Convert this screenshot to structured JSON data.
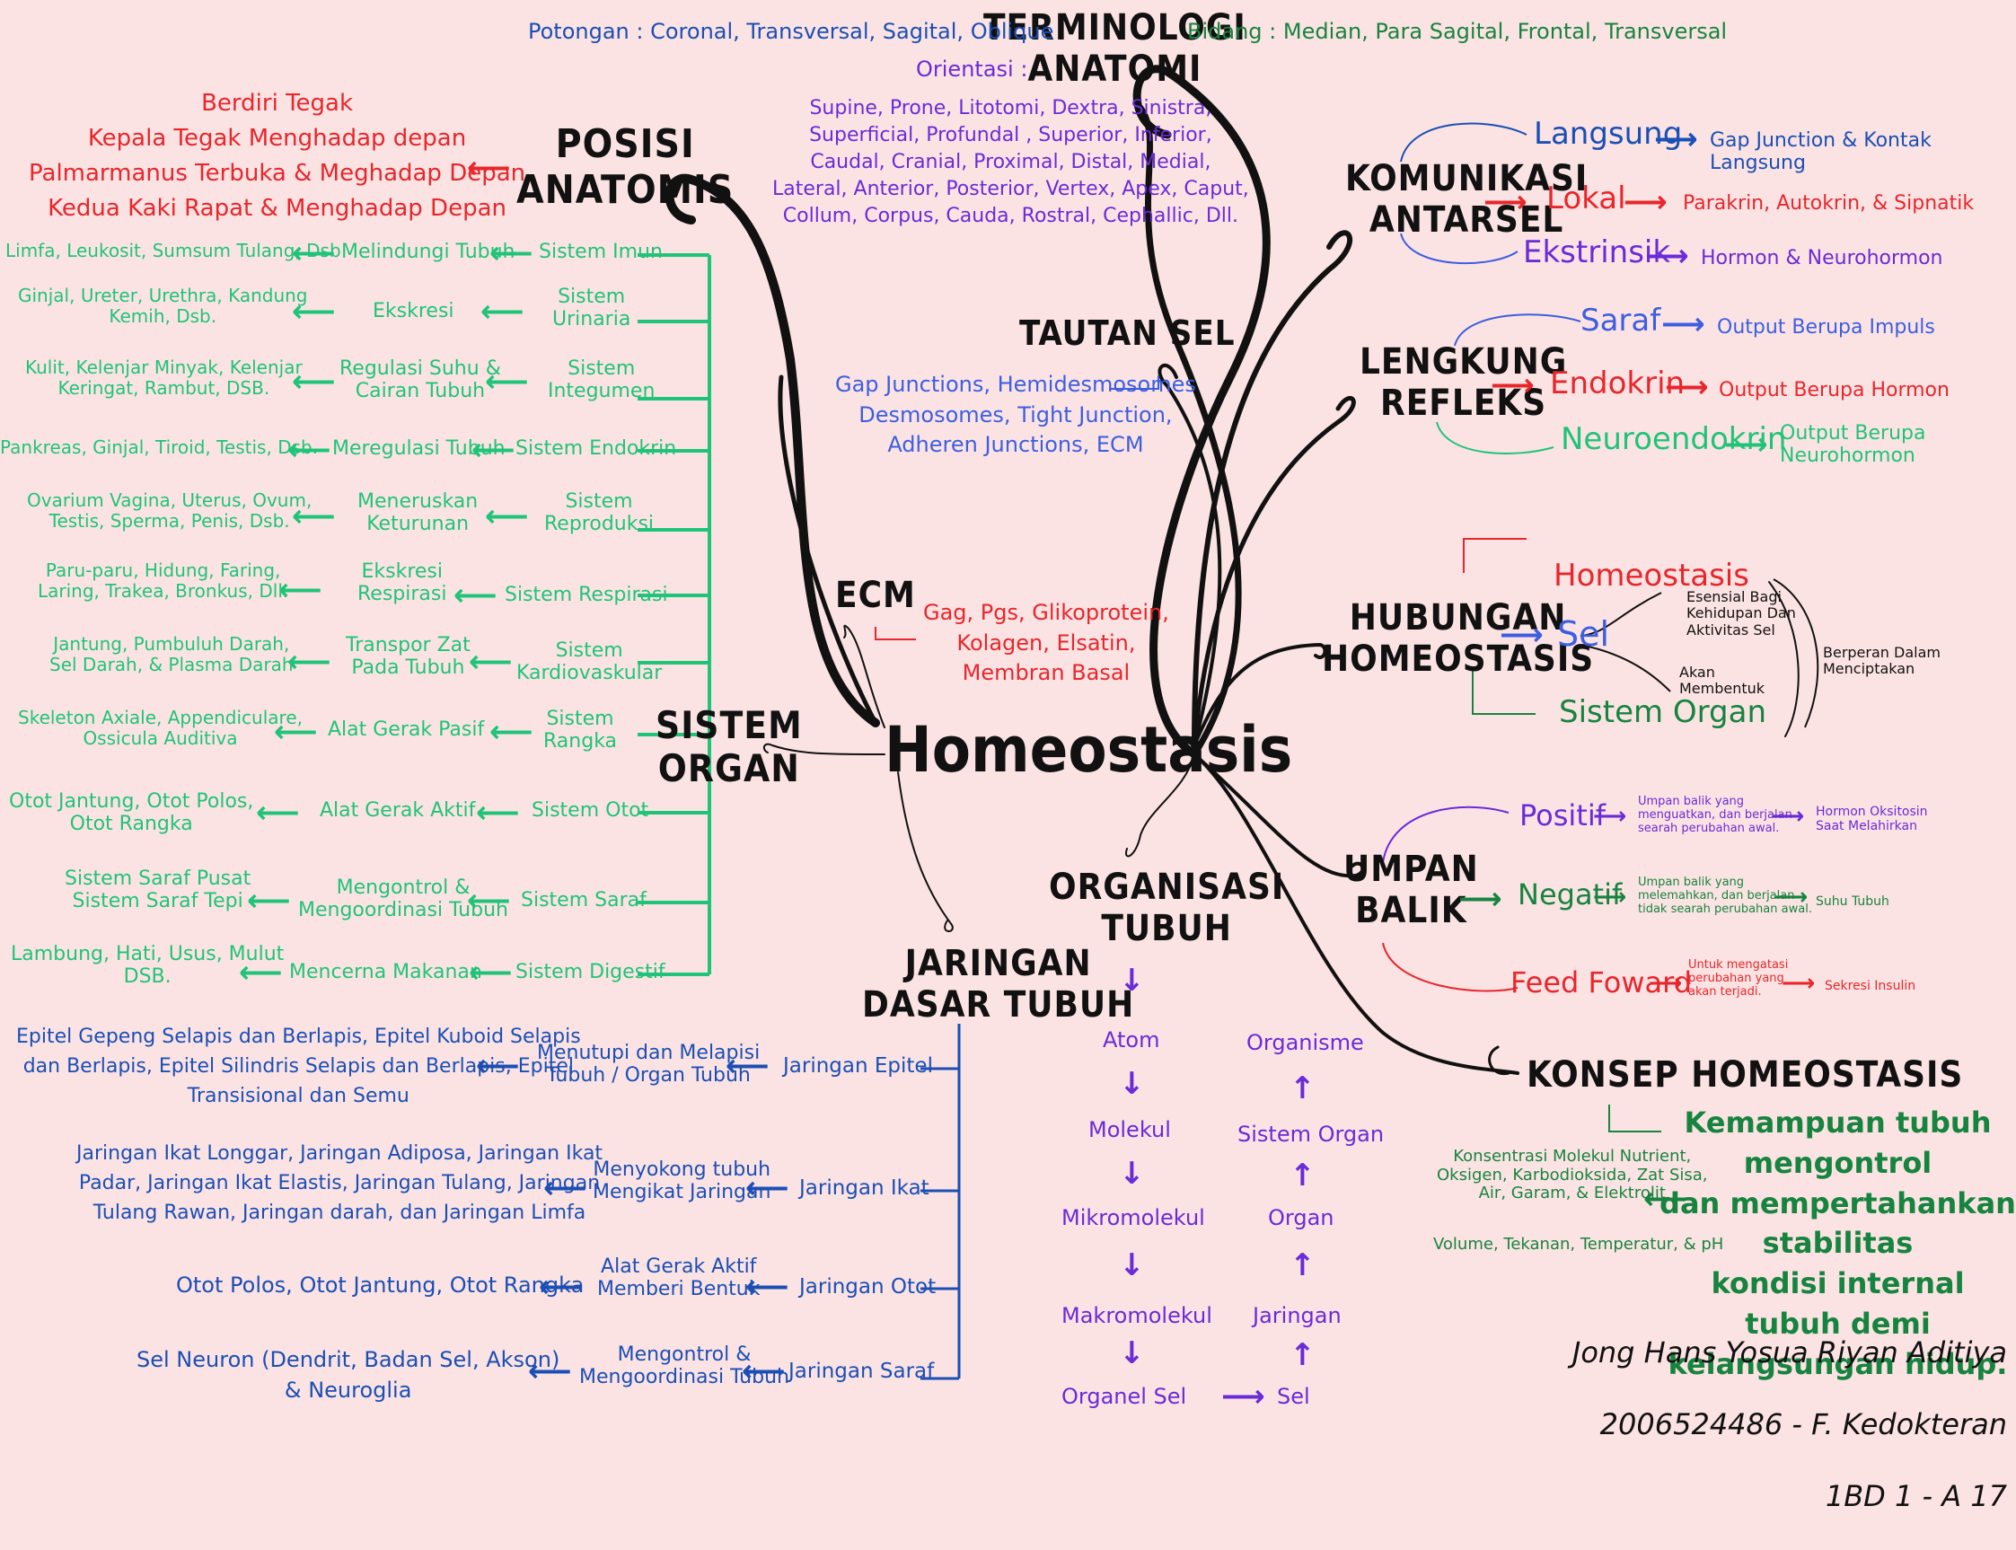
{
  "center": "Homeostasis",
  "terminologi": {
    "title": "TERMINOLOGI\nANATOMI",
    "potongan": "Potongan : Coronal, Transversal, Sagital, Oblique",
    "bidang": "Bidang : Median, Para Sagital, Frontal, Transversal",
    "orientasi_label": "Orientasi :",
    "orientasi": "Supine, Prone, Litotomi, Dextra, Sinistra,\nSuperficial, Profundal , Superior, Inferior,\nCaudal, Cranial, Proximal, Distal, Medial,\nLateral, Anterior, Posterior, Vertex, Apex, Caput,\nCollum, Corpus, Cauda, Rostral, Cephallic, Dll."
  },
  "posisi": {
    "title": "POSISI\nANATOMIS",
    "desc": "Berdiri Tegak\nKepala Tegak Menghadap depan\nPalmarmanus Terbuka & Meghadap Depan\nKedua Kaki Rapat & Menghadap Depan"
  },
  "tautan": {
    "title": "TAUTAN SEL",
    "desc": "Gap Junctions, Hemidesmosomes\nDesmosomes, Tight Junction,\nAdheren Junctions, ECM"
  },
  "ecm": {
    "title": "ECM",
    "desc": "Gag, Pgs, Glikoprotein,\nKolagen, Elsatin,\nMembran Basal"
  },
  "sistem_organ": {
    "title": "SISTEM\nORGAN",
    "rows": [
      {
        "system": "Sistem Imun",
        "function": "Melindungi Tubuh",
        "examples": "Limfa, Leukosit, Sumsum Tulang, Dsb"
      },
      {
        "system": "Sistem\nUrinaria",
        "function": "Ekskresi",
        "examples": "Ginjal, Ureter, Urethra, Kandung\nKemih, Dsb."
      },
      {
        "system": "Sistem\nIntegumen",
        "function": "Regulasi Suhu &\nCairan Tubuh",
        "examples": "Kulit, Kelenjar Minyak, Kelenjar\nKeringat, Rambut, DSB."
      },
      {
        "system": "Sistem Endokrin",
        "function": "Meregulasi Tubuh",
        "examples": "Pankreas, Ginjal, Tiroid, Testis, Dsb."
      },
      {
        "system": "Sistem\nReproduksi",
        "function": "Meneruskan\nKeturunan",
        "examples": "Ovarium Vagina, Uterus, Ovum,\nTestis, Sperma, Penis, Dsb."
      },
      {
        "system": "Sistem Respirasi",
        "function": "Ekskresi\nRespirasi",
        "examples": "Paru-paru, Hidung, Faring,\nLaring, Trakea, Bronkus, Dll."
      },
      {
        "system": "Sistem\nKardiovaskular",
        "function": "Transpor Zat\nPada Tubuh",
        "examples": "Jantung, Pumbuluh Darah,\nSel Darah, & Plasma Darah"
      },
      {
        "system": "Sistem\nRangka",
        "function": "Alat Gerak Pasif",
        "examples": "Skeleton Axiale, Appendiculare,\nOssicula Auditiva"
      },
      {
        "system": "Sistem Otot",
        "function": "Alat Gerak Aktif",
        "examples": "Otot Jantung, Otot Polos,\nOtot Rangka"
      },
      {
        "system": "Sistem Saraf",
        "function": "Mengontrol &\nMengoordinasi Tubuh",
        "examples": "Sistem Saraf Pusat\nSistem Saraf Tepi"
      },
      {
        "system": "Sistem Digestif",
        "function": "Mencerna Makanan",
        "examples": "Lambung, Hati, Usus, Mulut\nDSB."
      }
    ]
  },
  "jaringan": {
    "title": "JARINGAN\nDASAR TUBUH",
    "rows": [
      {
        "tissue": "Jaringan Epitel",
        "function": "Menutupi dan Melapisi\nTubuh / Organ Tubuh",
        "examples": "Epitel Gepeng Selapis dan Berlapis, Epitel Kuboid Selapis\ndan Berlapis, Epitel Silindris Selapis dan Berlapis, Epitel\nTransisional dan Semu"
      },
      {
        "tissue": "Jaringan Ikat",
        "function": "Menyokong tubuh\nMengikat Jaringan",
        "examples": "Jaringan Ikat Longgar, Jaringan Adiposa, Jaringan Ikat\nPadar, Jaringan Ikat Elastis, Jaringan Tulang, Jaringan\nTulang Rawan, Jaringan darah, dan Jaringan Limfa"
      },
      {
        "tissue": "Jaringan Otot",
        "function": "Alat Gerak Aktif\nMemberi Bentuk",
        "examples": "Otot Polos, Otot Jantung, Otot Rangka"
      },
      {
        "tissue": "Jaringan Saraf",
        "function": "Mengontrol &\nMengoordinasi Tubuh",
        "examples": "Sel Neuron (Dendrit, Badan Sel, Akson)\n& Neuroglia"
      }
    ]
  },
  "organisasi": {
    "title": "ORGANISASI\nTUBUH",
    "up": [
      "Atom",
      "Molekul",
      "Mikromolekul",
      "Makromolekul",
      "Organel Sel"
    ],
    "down": [
      "Organisme",
      "Sistem Organ",
      "Organ",
      "Jaringan",
      "Sel"
    ]
  },
  "komunikasi": {
    "title": "KOMUNIKASI\nANTARSEL",
    "items": [
      {
        "name": "Langsung",
        "desc": "Gap Junction & Kontak Langsung"
      },
      {
        "name": "Lokal",
        "desc": "Parakrin, Autokrin, & Sipnatik"
      },
      {
        "name": "Ekstrinsik",
        "desc": "Hormon & Neurohormon"
      }
    ]
  },
  "lengkung": {
    "title": "LENGKUNG\nREFLEKS",
    "items": [
      {
        "name": "Saraf",
        "desc": "Output Berupa Impuls"
      },
      {
        "name": "Endokrin",
        "desc": "Output Berupa Hormon"
      },
      {
        "name": "Neuroendokrin",
        "desc": "Output Berupa\nNeurohormon"
      }
    ]
  },
  "hubungan": {
    "title": "HUBUNGAN\nHOMEOSTASIS",
    "items": [
      "Homeostasis",
      "Sel",
      "Sistem Organ"
    ],
    "note1": "Esensial Bagi\nKehidupan Dan\nAktivitas Sel",
    "note2": "Akan\nMembentuk",
    "note3": "Berperan Dalam\nMenciptakan"
  },
  "umpan": {
    "title": "UMPAN\nBALIK",
    "items": [
      {
        "name": "Positif",
        "desc": "Umpan balik yang\nmenguatkan, dan berjalan\nsearah perubahan awal.",
        "example": "Hormon Oksitosin\nSaat Melahirkan"
      },
      {
        "name": "Negatif",
        "desc": "Umpan balik yang\nmelemahkan, dan berjalan\ntidak searah perubahan awal.",
        "example": "Suhu Tubuh"
      },
      {
        "name": "Feed Foward",
        "desc": "Untuk mengatasi\nperubahan yang\nakan terjadi.",
        "example": "Sekresi Insulin"
      }
    ]
  },
  "konsep": {
    "title": "KONSEP HOMEOSTASIS",
    "definition": "Kemampuan tubuh mengontrol\ndan mempertahankan stabilitas\nkondisi internal tubuh demi\nkelangsungan hidup.",
    "factors": "Konsentrasi Molekul Nutrient,\nOksigen, Karbodioksida, Zat Sisa,\nAir, Garam, & Elektrolit",
    "volume": "Volume, Tekanan, Temperatur, & pH"
  },
  "author": {
    "name": "Jong Hans Yosua Riyan Aditiya",
    "id": "2006524486 - F. Kedokteran",
    "class": "1BD 1 - A 17"
  },
  "colors": {
    "background": "#fce3e3",
    "red": "#e8262b",
    "green": "#1fc478",
    "dark_green": "#16843f",
    "blue": "#1a4fb5",
    "purple": "#6a2bd9"
  }
}
